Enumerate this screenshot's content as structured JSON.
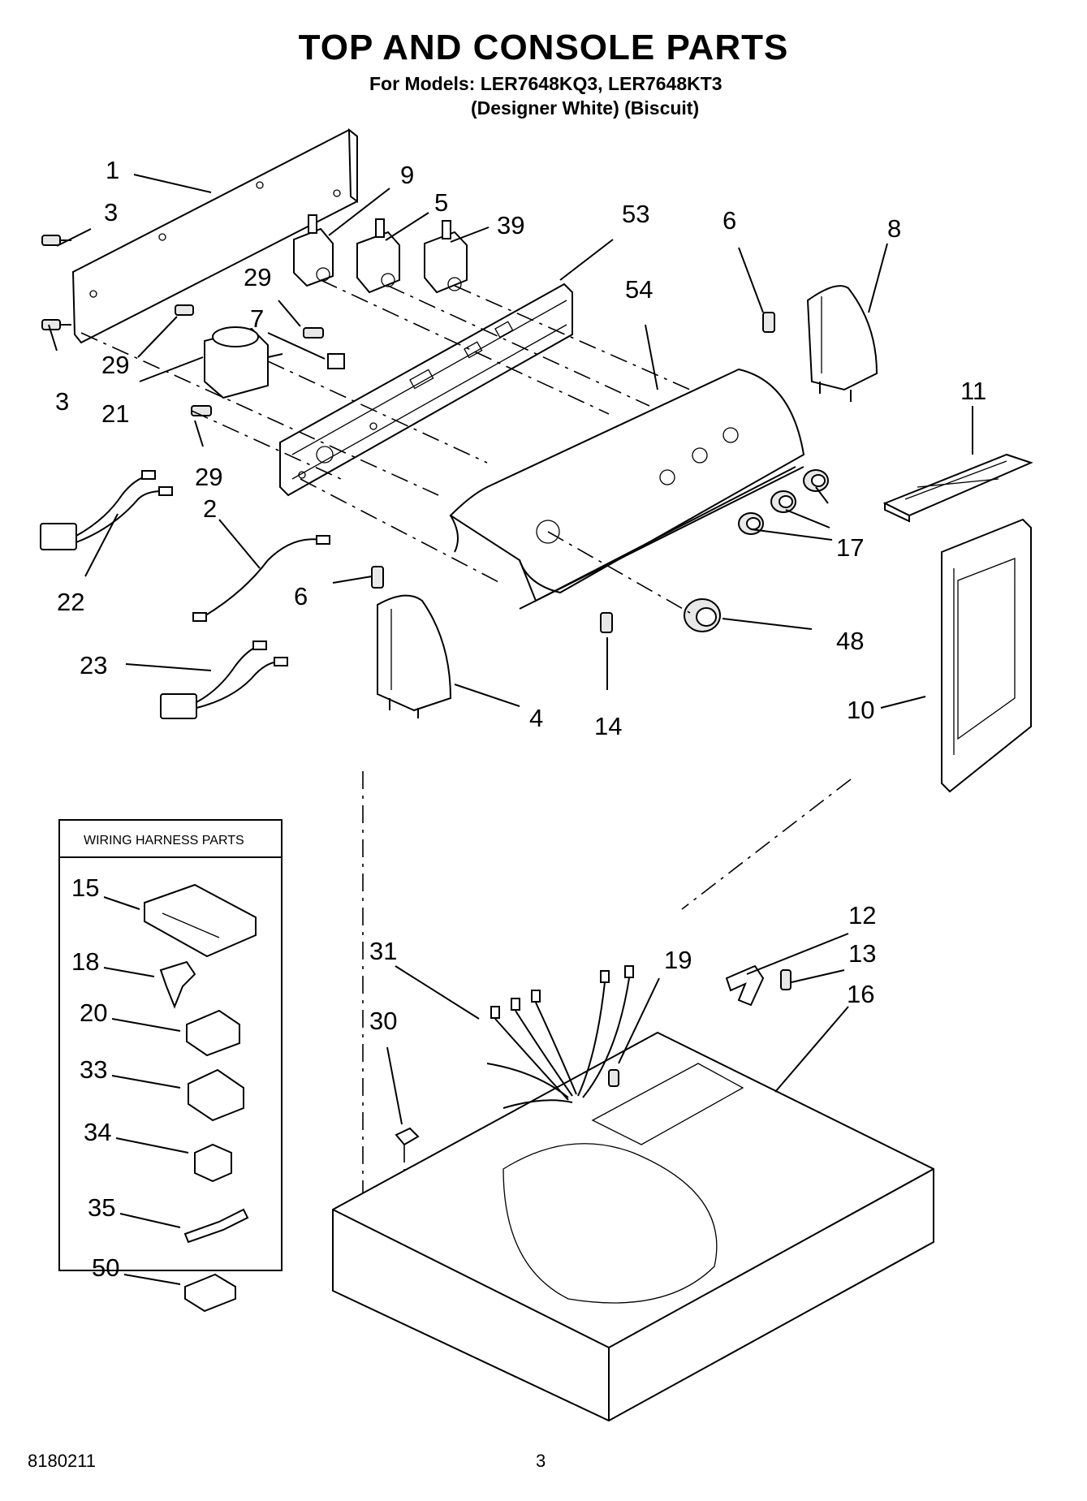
{
  "header": {
    "title": "TOP AND CONSOLE PARTS",
    "models_line": "For Models: LER7648KQ3, LER7648KT3",
    "colors_line": "(Designer White)  (Biscuit)"
  },
  "callouts": {
    "c1": "1",
    "c3a": "3",
    "c3b": "3",
    "c9": "9",
    "c5": "5",
    "c39": "39",
    "c53": "53",
    "c6a": "6",
    "c8": "8",
    "c29a": "29",
    "c7": "7",
    "c54": "54",
    "c29b": "29",
    "c21": "21",
    "c29c": "29",
    "c11": "11",
    "c2": "2",
    "c17": "17",
    "c22": "22",
    "c6b": "6",
    "c48": "48",
    "c23": "23",
    "c4": "4",
    "c14": "14",
    "c10": "10",
    "c12": "12",
    "c13": "13",
    "c16": "16",
    "c31": "31",
    "c19": "19",
    "c30": "30"
  },
  "wiring_box": {
    "title": "WIRING HARNESS PARTS",
    "items": [
      "15",
      "18",
      "20",
      "33",
      "34",
      "35",
      "50"
    ]
  },
  "footer": {
    "doc_number": "8180211",
    "page": "3"
  }
}
